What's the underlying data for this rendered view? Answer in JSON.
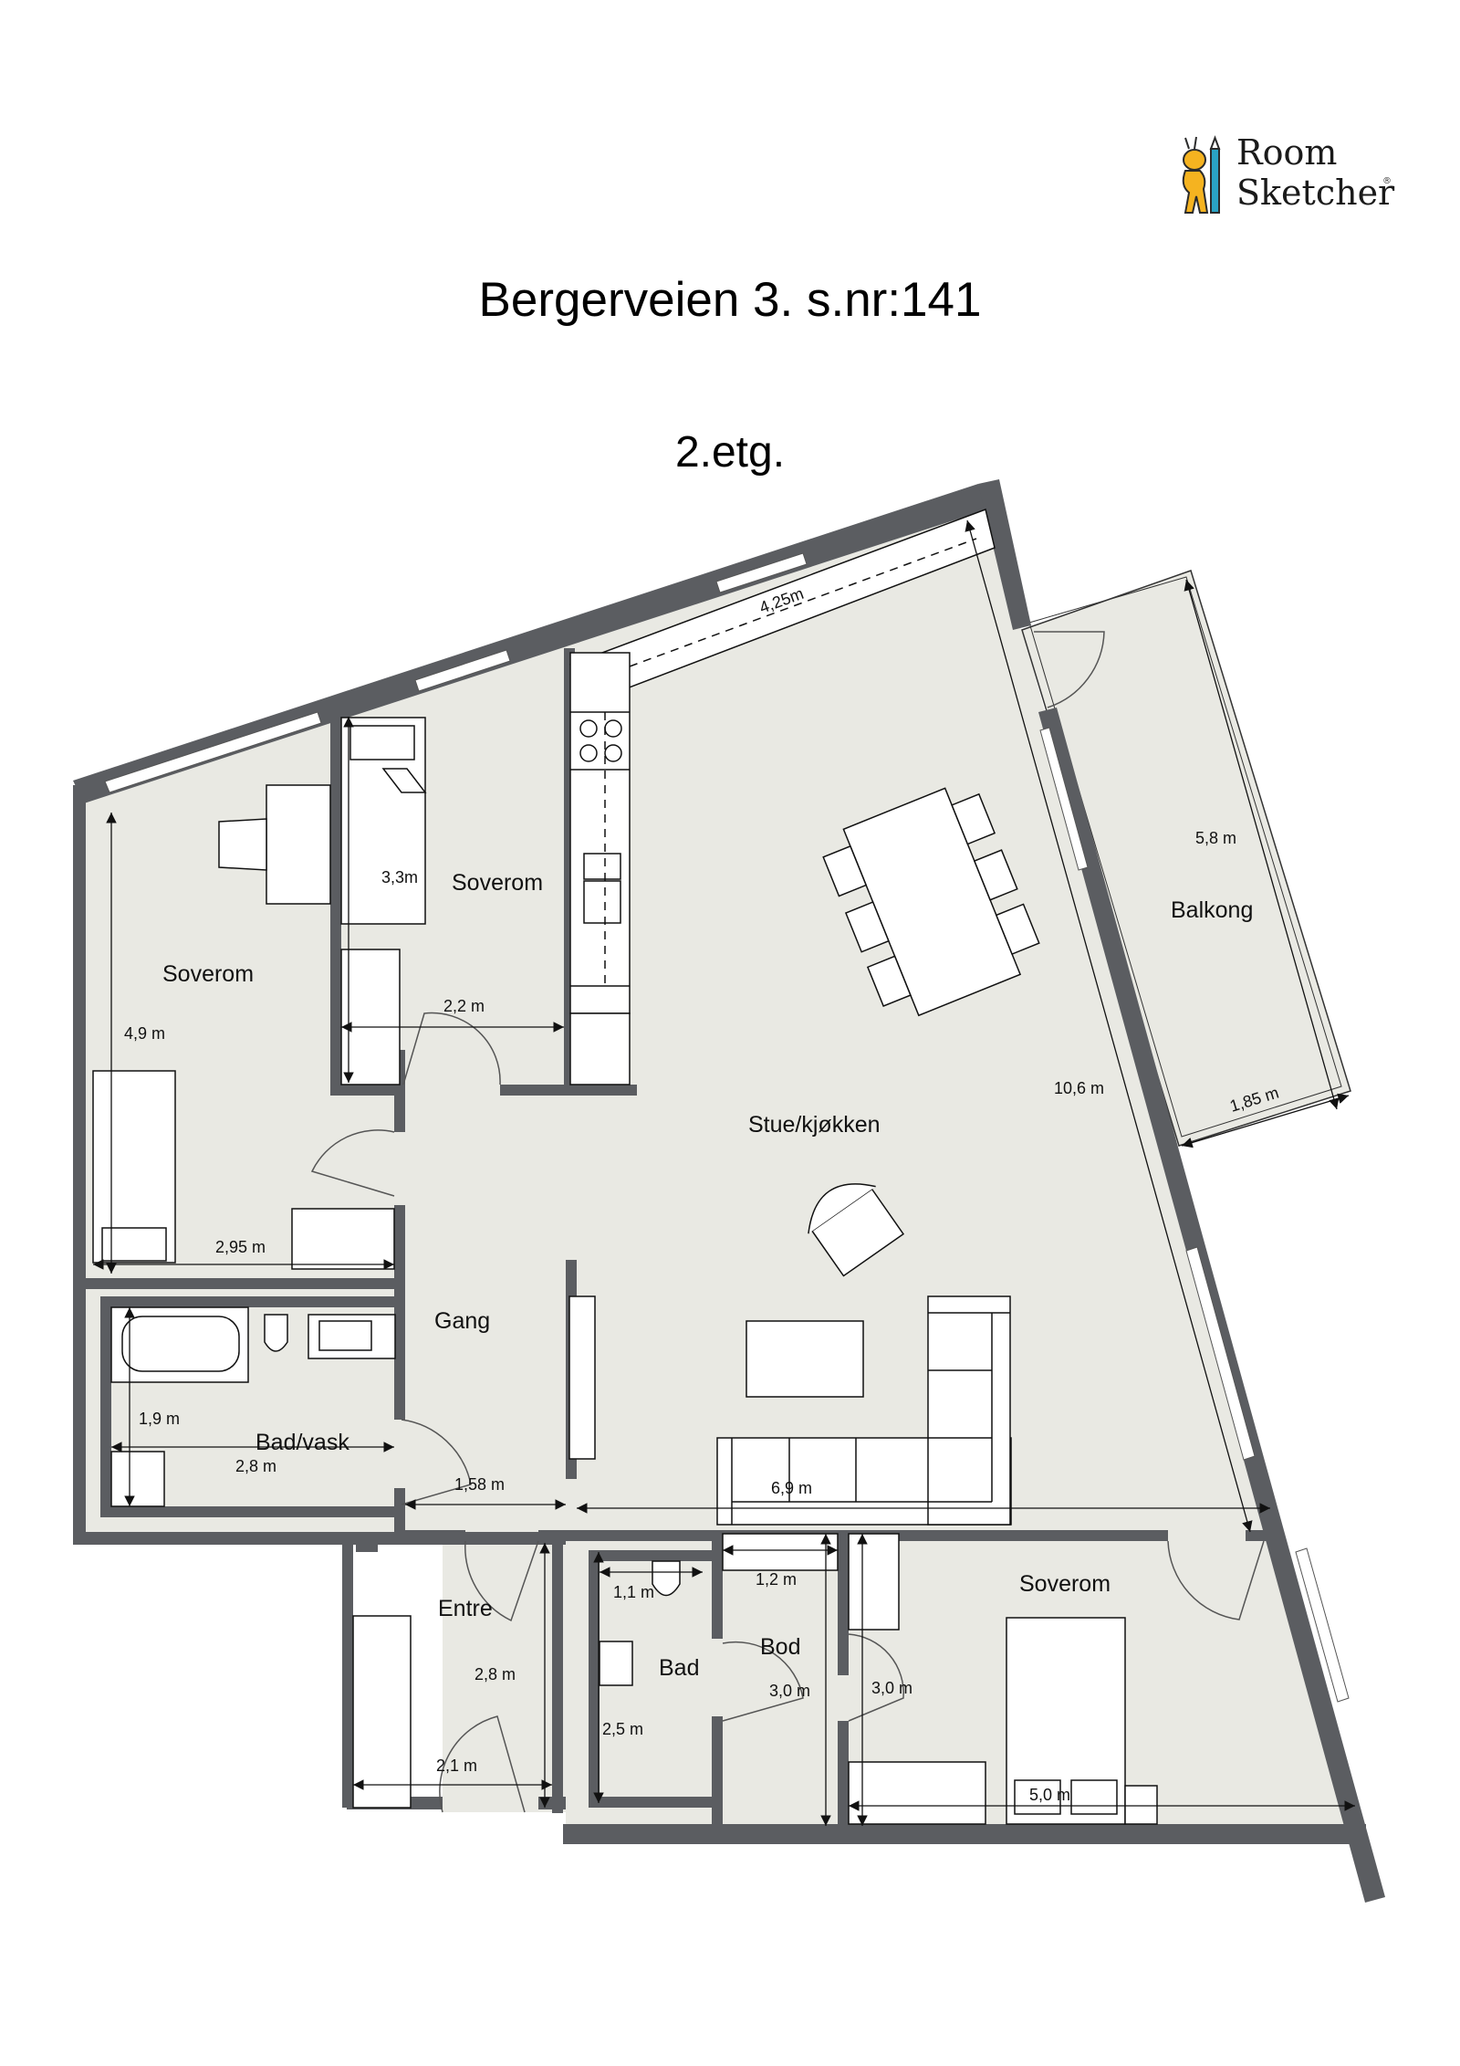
{
  "logo": {
    "line1": "Room",
    "line2": "Sketcher",
    "registered": "®"
  },
  "header": {
    "title": "Bergerveien 3. s.nr:141",
    "floor": "2.etg."
  },
  "colors": {
    "wall": "#5b5d61",
    "floor": "#e9e9e3",
    "furniture": "#ffffff",
    "line": "#111111",
    "background": "#ffffff"
  },
  "rooms": [
    {
      "name": "Soverom",
      "id": "bedroom-west"
    },
    {
      "name": "Soverom",
      "id": "bedroom-small"
    },
    {
      "name": "Stue/kjøkken",
      "id": "living-kitchen"
    },
    {
      "name": "Balkong",
      "id": "balcony"
    },
    {
      "name": "Gang",
      "id": "hallway"
    },
    {
      "name": "Bad/vask",
      "id": "bath-laundry"
    },
    {
      "name": "Entre",
      "id": "entrance"
    },
    {
      "name": "Bad",
      "id": "bathroom"
    },
    {
      "name": "Bod",
      "id": "storage"
    },
    {
      "name": "Soverom",
      "id": "bedroom-east"
    }
  ],
  "dimensions": {
    "kitchen_counter": "4,25m",
    "bedroom_small_length": "3,3m",
    "bedroom_small_width": "2,2 m",
    "bedroom_west_length": "4,9 m",
    "bedroom_west_width": "2,95 m",
    "balcony_length": "5,8 m",
    "balcony_width": "1,85 m",
    "living_length": "10,6 m",
    "living_width": "6,9 m",
    "bath_laundry_length": "1,9 m",
    "bath_laundry_width": "2,8 m",
    "hallway_width": "1,58 m",
    "entrance_length": "2,8 m",
    "entrance_width": "2,1 m",
    "bathroom_width": "1,1 m",
    "bathroom_length": "2,5 m",
    "storage_width": "1,2 m",
    "storage_length": "3,0 m",
    "bedroom_east_length": "3,0 m",
    "bedroom_east_width": "5,0 m"
  }
}
